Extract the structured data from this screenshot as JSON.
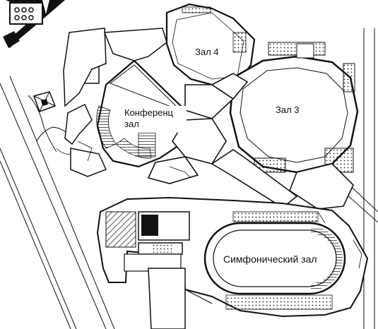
{
  "labels": {
    "hall4": "Зал 4",
    "hall3": "Зал 3",
    "conference_line1": "Конференц",
    "conference_line2": "зал",
    "symphony": "Симфонический зал"
  },
  "colors": {
    "ink": "#111111",
    "paper": "#ffffff",
    "hatch": "#333333"
  }
}
